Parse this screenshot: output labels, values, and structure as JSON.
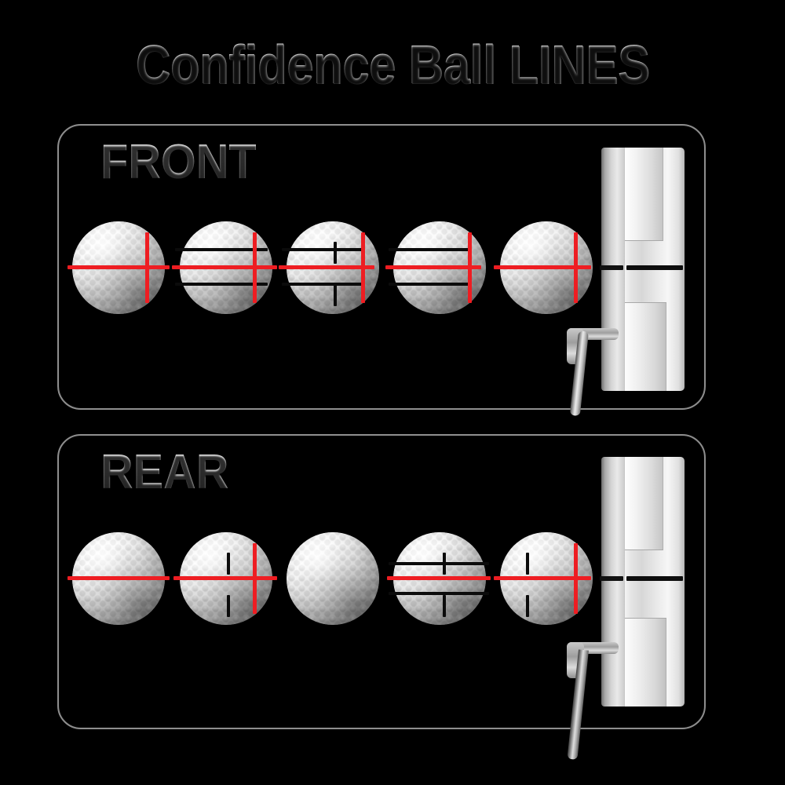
{
  "page": {
    "title": "Confidence Ball LINES",
    "background_color": "#000000",
    "accent_red": "#ee1d22",
    "accent_black": "#0b0b0b",
    "text_color": "#d3d3d3",
    "panel_border_color": "#8e8e8e"
  },
  "panels": [
    {
      "id": "front",
      "label": "FRONT",
      "balls": [
        {
          "index": 1,
          "red_horizontal": true,
          "red_vertical": true,
          "black_horizontals": 0,
          "black_vertical_ticks": 0
        },
        {
          "index": 2,
          "red_horizontal": true,
          "red_vertical": true,
          "black_horizontals": 2,
          "black_vertical_ticks": 0
        },
        {
          "index": 3,
          "red_horizontal": true,
          "red_vertical": true,
          "black_horizontals": 2,
          "black_vertical_ticks": 2
        },
        {
          "index": 4,
          "red_horizontal": true,
          "red_vertical": true,
          "black_horizontals": 2,
          "black_vertical_ticks": 0
        },
        {
          "index": 5,
          "red_horizontal": true,
          "red_vertical": true,
          "black_horizontals": 0,
          "black_vertical_ticks": 0
        }
      ],
      "putter": {
        "name": "blade-putter",
        "alignment_line_color": "#111111"
      }
    },
    {
      "id": "rear",
      "label": "REAR",
      "balls": [
        {
          "index": 1,
          "red_horizontal": true,
          "red_vertical": false,
          "black_horizontals": 0,
          "black_vertical_ticks": 0
        },
        {
          "index": 2,
          "red_horizontal": true,
          "red_vertical": true,
          "black_horizontals": 0,
          "black_vertical_ticks": 2
        },
        {
          "index": 3,
          "red_horizontal": false,
          "red_vertical": false,
          "black_horizontals": 0,
          "black_vertical_ticks": 0
        },
        {
          "index": 4,
          "red_horizontal": true,
          "red_vertical": false,
          "black_horizontals": 2,
          "black_vertical_ticks": 2
        },
        {
          "index": 5,
          "red_horizontal": true,
          "red_vertical": true,
          "black_horizontals": 0,
          "black_vertical_ticks": 2
        }
      ],
      "putter": {
        "name": "blade-putter",
        "alignment_line_color": "#111111"
      }
    }
  ]
}
